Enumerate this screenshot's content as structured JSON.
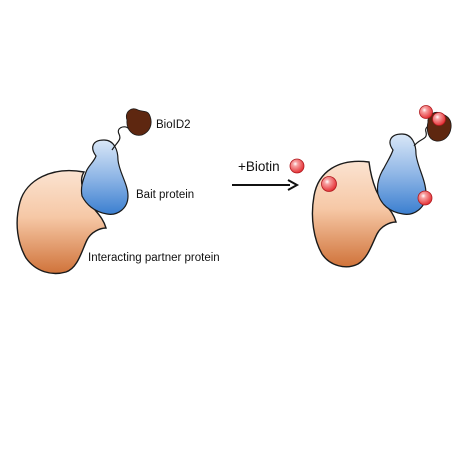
{
  "labels": {
    "bioid2": "BioID2",
    "bait": "Bait protein",
    "partner": "Interacting partner protein",
    "biotin": "+Biotin"
  },
  "colors": {
    "partner_light": "#fbe3d1",
    "partner_dark": "#d0733a",
    "bait_light": "#d9e7f7",
    "bait_dark": "#3b7fd0",
    "bioid2": "#5e2710",
    "biotin": "#e3262b",
    "outline": "#1a1a1a"
  }
}
